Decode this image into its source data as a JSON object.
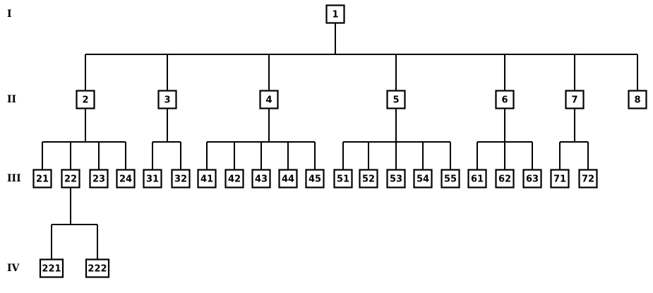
{
  "levels": [
    "I",
    "II",
    "III",
    "IV"
  ],
  "tree": {
    "label": "1",
    "children": [
      {
        "label": "2",
        "children": [
          {
            "label": "21"
          },
          {
            "label": "22",
            "children": [
              {
                "label": "221"
              },
              {
                "label": "222"
              }
            ]
          },
          {
            "label": "23"
          },
          {
            "label": "24"
          }
        ]
      },
      {
        "label": "3",
        "children": [
          {
            "label": "31"
          },
          {
            "label": "32"
          }
        ]
      },
      {
        "label": "4",
        "children": [
          {
            "label": "41"
          },
          {
            "label": "42"
          },
          {
            "label": "43"
          },
          {
            "label": "44"
          },
          {
            "label": "45"
          }
        ]
      },
      {
        "label": "5",
        "children": [
          {
            "label": "51"
          },
          {
            "label": "52"
          },
          {
            "label": "53"
          },
          {
            "label": "54"
          },
          {
            "label": "55"
          }
        ]
      },
      {
        "label": "6",
        "children": [
          {
            "label": "61"
          },
          {
            "label": "62"
          },
          {
            "label": "63"
          }
        ]
      },
      {
        "label": "7",
        "children": [
          {
            "label": "71"
          },
          {
            "label": "72"
          }
        ]
      },
      {
        "label": "8"
      }
    ]
  }
}
